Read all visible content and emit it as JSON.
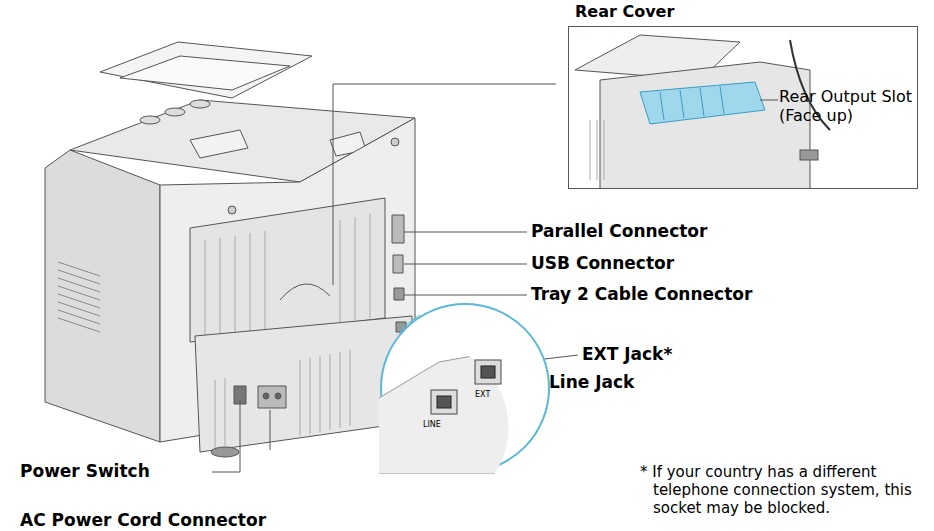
{
  "diagram": {
    "nodes": [
      {
        "text": [
          "Rear Cover",
          "Rear Output Slot (Face up)"
        ]
      },
      {
        "text": [
          "LINE",
          "EXT"
        ]
      }
    ],
    "labels": [
      "Parallel Connector",
      "USB Connector",
      "Tray 2 Cable Connector",
      "EXT Jack*",
      "Line Jack",
      "Power Switch",
      "AC Power Cord Connector",
      "* If your country has a different telephone connection system, this socket may be blocked."
    ]
  }
}
